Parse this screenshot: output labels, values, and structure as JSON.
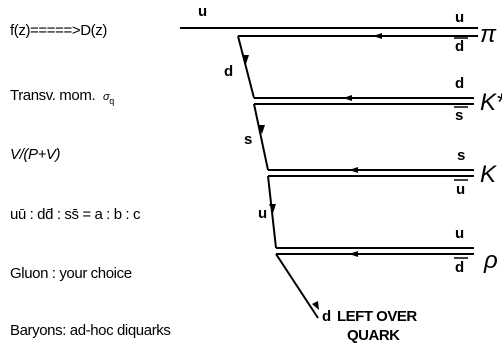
{
  "left_text": {
    "fragmentation": "f(z)=====>D(z)",
    "transverse_momentum": "Transv. mom.",
    "sigma_sub": "σ",
    "sigma_q": "q",
    "vector_ratio": "V/(P+V)",
    "flavor_ratio": "uū : dd̄ : ss̄ = a : b : c",
    "gluon": "Gluon : your choice",
    "baryons": "Baryons: ad-hoc diquarks"
  },
  "diagram": {
    "initial_quark": "u",
    "chain_quarks": [
      "d",
      "s",
      "u"
    ],
    "mesons": [
      {
        "quark": "u",
        "antiquark": "d",
        "name": "π"
      },
      {
        "quark": "d",
        "antiquark": "s",
        "name": "K*"
      },
      {
        "quark": "s",
        "antiquark": "u",
        "name": "K"
      },
      {
        "quark": "u",
        "antiquark": "d",
        "name": "ρ"
      }
    ],
    "leftover_quark": "d",
    "leftover_label_line1": "LEFT OVER",
    "leftover_label_line2": "QUARK"
  }
}
